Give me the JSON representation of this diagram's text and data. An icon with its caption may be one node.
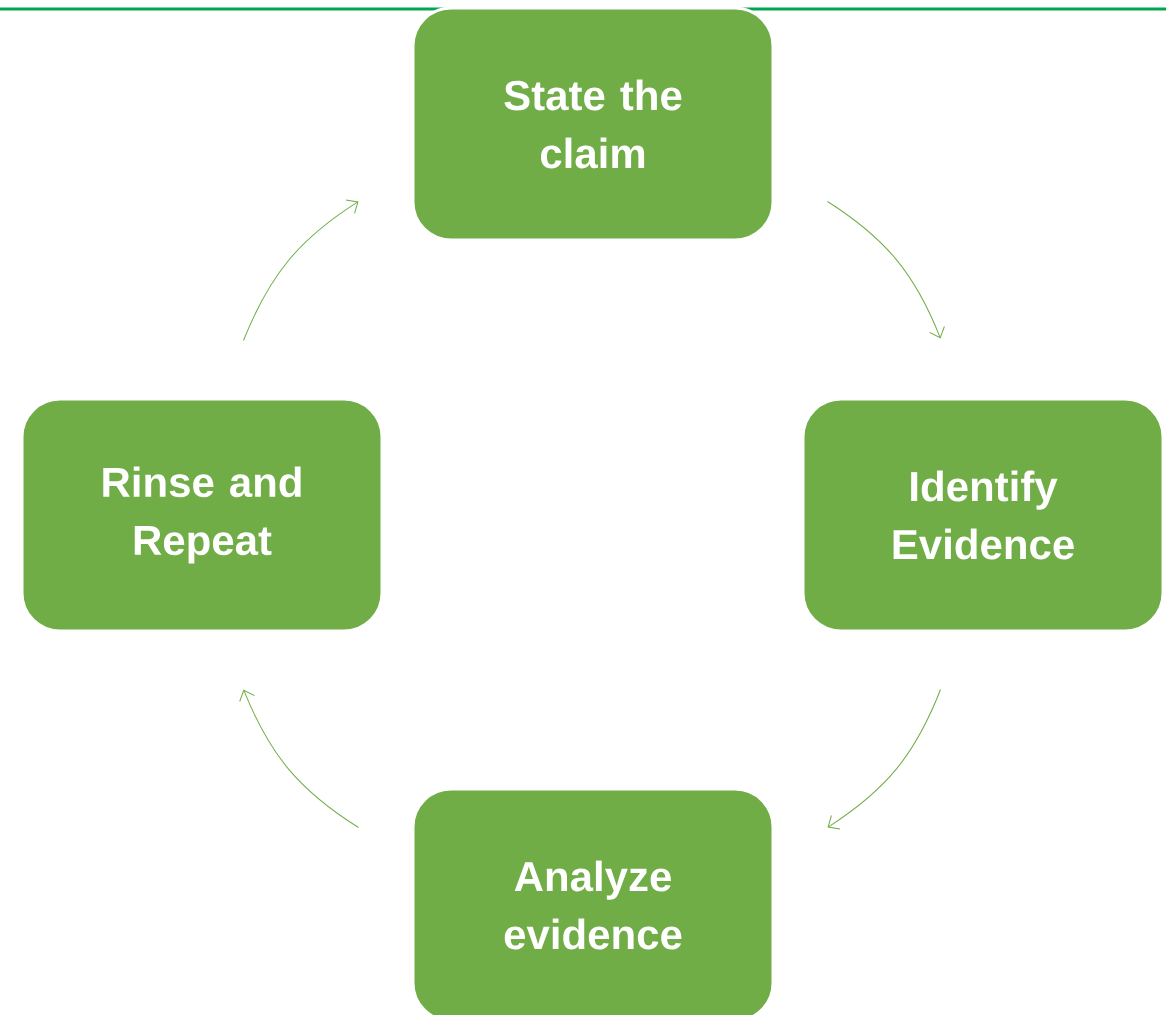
{
  "diagram": {
    "nodes": [
      {
        "text": [
          "State the claim"
        ]
      },
      {
        "text": [
          "Identify Evidence"
        ]
      },
      {
        "text": [
          "Analyze evidence"
        ]
      },
      {
        "text": [
          "Rinse and Repeat"
        ]
      }
    ],
    "edges": [
      {
        "from": 0,
        "to": 1,
        "arrow": "to"
      },
      {
        "from": 1,
        "to": 2,
        "arrow": "to"
      },
      {
        "from": 2,
        "to": 3,
        "arrow": "to"
      },
      {
        "from": 3,
        "to": 0,
        "arrow": "to"
      }
    ]
  }
}
